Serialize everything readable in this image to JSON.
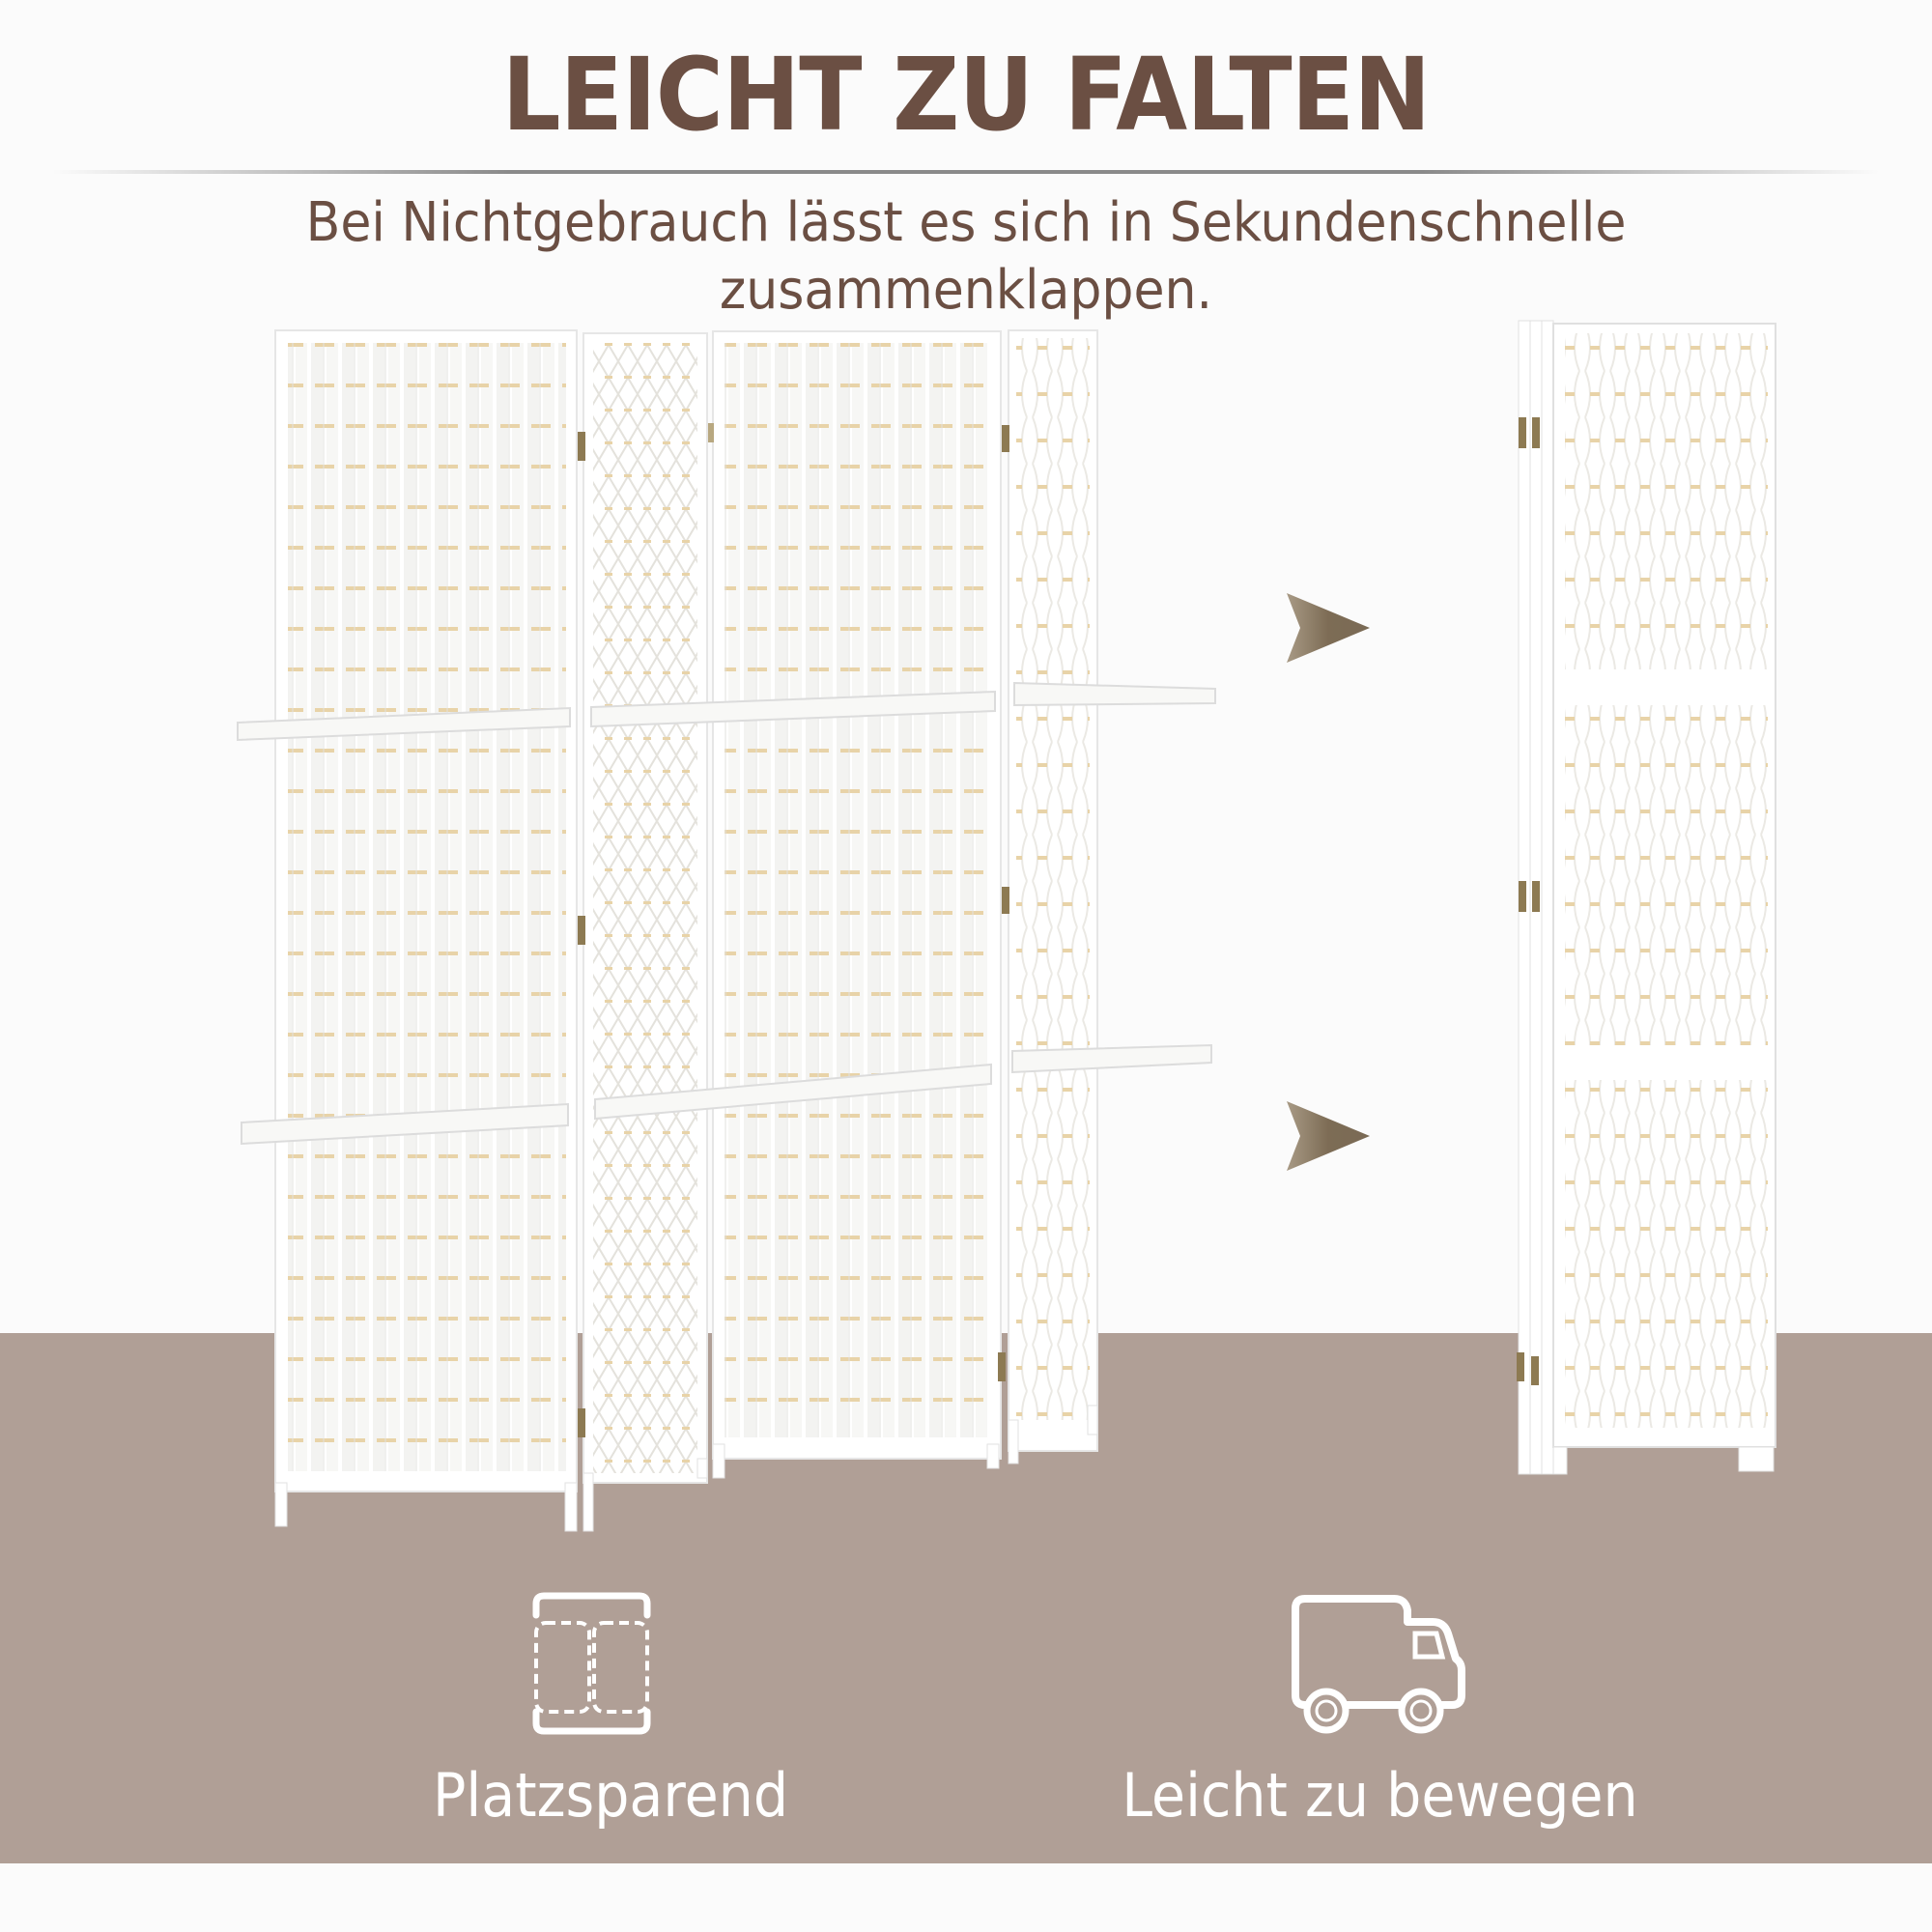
{
  "header": {
    "title": "LEICHT ZU FALTEN",
    "subtitle": "Bei Nichtgebrauch lässt es sich in Sekundenschnelle zusammenklappen."
  },
  "product": {
    "unfolded_view": {
      "panels": 4,
      "shelves": 2,
      "hinges_per_joint": 3,
      "description": "4-panel woven room divider, unfolded, with 2 shelves"
    },
    "folded_view": {
      "panels": 4,
      "description": "room divider folded flat"
    },
    "arrows": [
      "arrow-right-icon",
      "arrow-right-icon"
    ]
  },
  "features": [
    {
      "icon": "space-saving-icon",
      "label": "Platzsparend"
    },
    {
      "icon": "delivery-truck-icon",
      "label": "Leicht zu bewegen"
    }
  ],
  "colors": {
    "title_text": "#6b4f43",
    "ground_band": "#b09f96",
    "background": "#fbfbfb",
    "arrow": "#7d6c55",
    "weave_accent": "#e8d3a8",
    "icon_label": "#ffffff"
  }
}
